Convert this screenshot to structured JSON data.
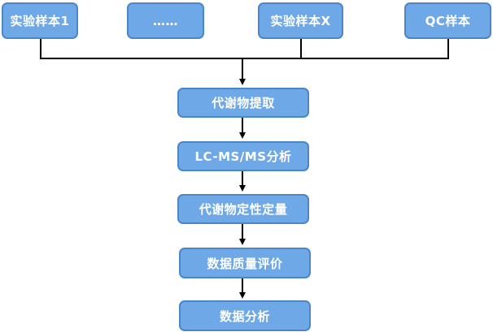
{
  "samples": [
    {
      "label": "实验样本1"
    },
    {
      "label": "……"
    },
    {
      "label": "实验样本X"
    },
    {
      "label": "QC样本"
    }
  ],
  "steps": [
    {
      "label": "代谢物提取"
    },
    {
      "label": "LC-MS/MS分析"
    },
    {
      "label": "代谢物定性定量"
    },
    {
      "label": "数据质量评价"
    },
    {
      "label": "数据分析"
    }
  ],
  "colors": {
    "node_fill": "#6fa8e6",
    "node_border": "#4a86c8",
    "node_text": "#ffffff",
    "connector": "#000000"
  }
}
